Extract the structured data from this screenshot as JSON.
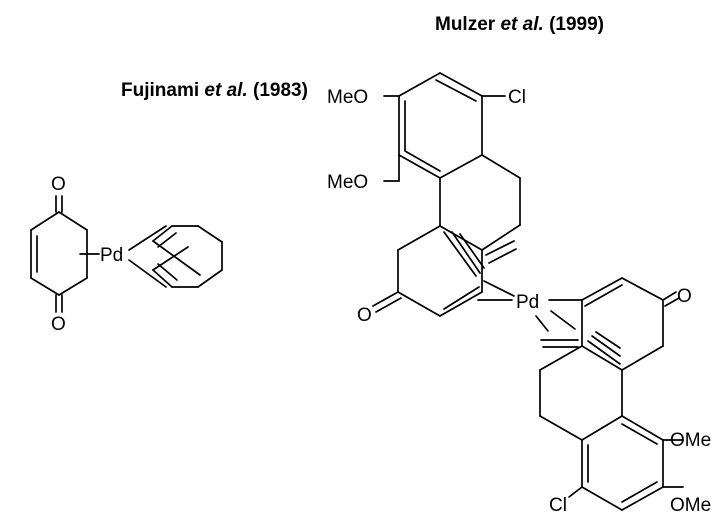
{
  "headings": {
    "fujinami": {
      "name": "Fujinami",
      "etal": "et al.",
      "year": "(1983)"
    },
    "mulzer": {
      "name": "Mulzer",
      "etal": "et al.",
      "year": "(1999)"
    }
  },
  "fujinami_complex": {
    "oxygen_top": "O",
    "oxygen_bottom": "O",
    "metal": "Pd"
  },
  "mulzer_complex": {
    "methoxy_top_1": "MeO",
    "methoxy_top_2": "MeO",
    "chloro_top": "Cl",
    "ketone_left": "O",
    "metal": "Pd",
    "ketone_right": "O",
    "methoxy_bottom_1": "OMe",
    "methoxy_bottom_2": "OMe",
    "chloro_bottom": "Cl"
  }
}
